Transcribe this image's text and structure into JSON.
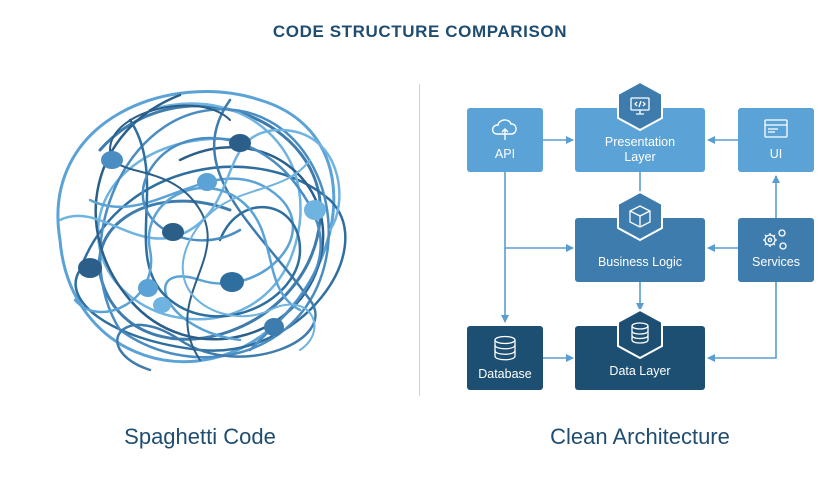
{
  "title": "CODE STRUCTURE COMPARISON",
  "left_caption": "Spaghetti Code",
  "right_caption": "Clean Architecture",
  "nodes": {
    "api": {
      "label": "API",
      "icon": "cloud-upload-icon"
    },
    "presentation": {
      "label_line1": "Presentation",
      "label_line2": "Layer",
      "icon": "code-monitor-icon"
    },
    "ui": {
      "label": "UI",
      "icon": "window-icon"
    },
    "business": {
      "label": "Business Logic",
      "icon": "cube-icon"
    },
    "services": {
      "label": "Services",
      "icon": "gears-icon"
    },
    "database": {
      "label": "Database",
      "icon": "database-icon"
    },
    "data_layer": {
      "label": "Data Layer",
      "icon": "database-icon"
    }
  },
  "colors": {
    "light_blue": "#5ba3d6",
    "mid_blue": "#3e7cae",
    "dark_blue": "#1d4f73",
    "arrow": "#5a9ed0",
    "title": "#1f4d72"
  }
}
